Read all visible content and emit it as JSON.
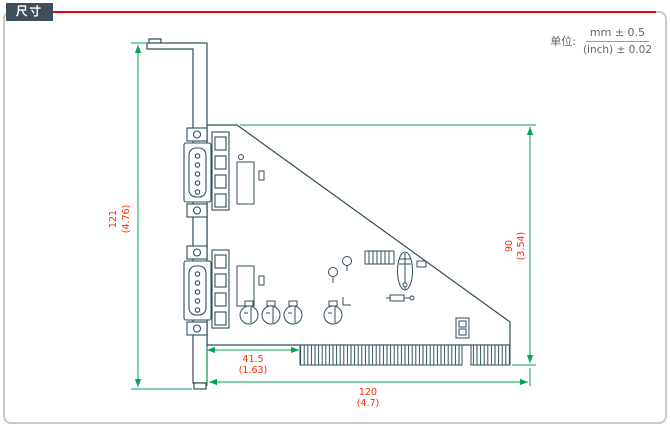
{
  "page": {
    "title": "尺寸"
  },
  "units": {
    "label": "单位:",
    "mm_tolerance": "mm ± 0.5",
    "inch_tolerance": "(inch) ± 0.02"
  },
  "drawing": {
    "description": "PCI serial adapter card side-view dimension drawing with bracket, two D-sub connectors, PCB components and gold-finger edge connector",
    "dimensions": {
      "bracket_height": {
        "mm": "121",
        "inch": "(4.76)"
      },
      "board_height": {
        "mm": "90",
        "inch": "(3.54)"
      },
      "edge_offset": {
        "mm": "41.5",
        "inch": "(1.63)"
      },
      "board_length": {
        "mm": "120",
        "inch": "(4.7)"
      }
    }
  },
  "colors": {
    "accent_red": "#e60012",
    "tab_background": "#3f4f5b",
    "frame_border": "#c9c9c9",
    "dimension_line_green": "#00a551",
    "dimension_text_red": "#ff2a00",
    "drawing_line": "#2f4f5a"
  }
}
